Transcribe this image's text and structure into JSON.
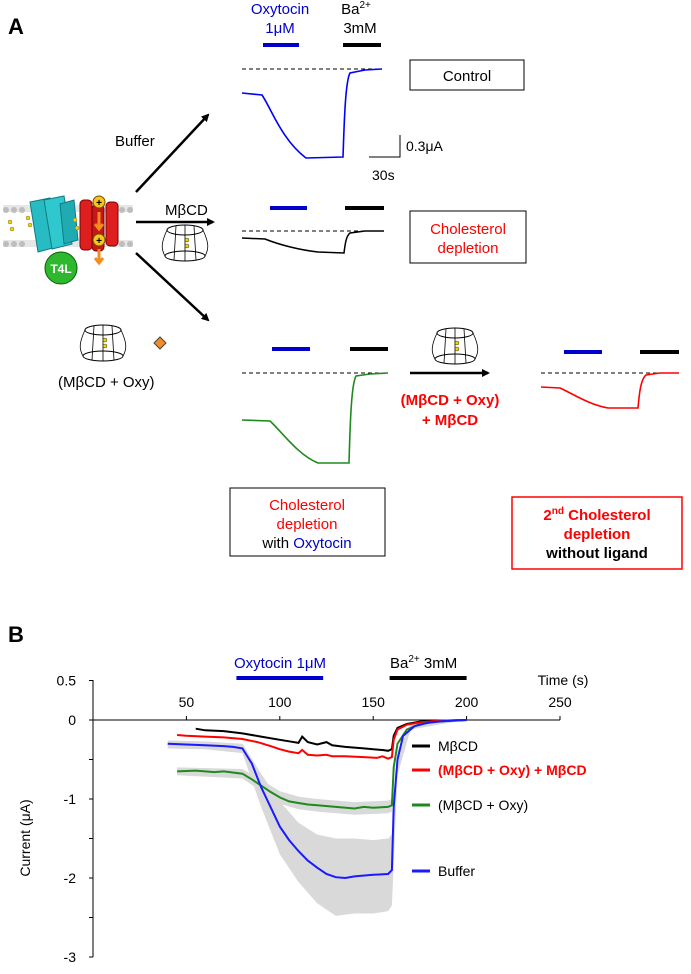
{
  "panel_a": {
    "label": "A",
    "markers": {
      "oxytocin_line1": "Oxytocin",
      "oxytocin_line2": "1μM",
      "ba_line1": "Ba",
      "ba_sup": "2+",
      "ba_line2": "3mM"
    },
    "arrows": {
      "buffer": "Buffer",
      "mbcd": "MβCD",
      "mbcd_oxy": "(MβCD + Oxy)",
      "second_line1": "(MβCD + Oxy)",
      "second_line2": "+ MβCD"
    },
    "protein_label": "T4L",
    "scale_bar": {
      "current": "0.3μA",
      "time": "30s"
    },
    "boxes": {
      "control": "Control",
      "chol_line1": "Cholesterol",
      "chol_line2": "depletion",
      "chol_oxy_line1": "Cholesterol",
      "chol_oxy_line2": "depletion",
      "chol_oxy_line3a": "with ",
      "chol_oxy_line3b": "Oxytocin",
      "second_prefix": "2",
      "second_sup": "nd",
      "second_line1": " Cholesterol",
      "second_line2": "depletion",
      "second_line3": "without ligand"
    },
    "colors": {
      "blue": "#0000cc",
      "red": "#ff0000",
      "green": "#1e8a1e",
      "black": "#000000"
    }
  },
  "chart_data": {
    "type": "line",
    "panel_label": "B",
    "title": "",
    "xlabel": "Time (s)",
    "ylabel": "Current (μA)",
    "xlim": [
      0,
      250
    ],
    "ylim": [
      -3,
      0.5
    ],
    "xticks": [
      "50",
      "100",
      "150",
      "200",
      "250"
    ],
    "yticks": [
      "0.5",
      "0",
      "-0.5",
      "-1",
      "-1.5",
      "-2",
      "-2.5",
      "-3"
    ],
    "oxytocin_label": "Oxytocin 1μM",
    "oxytocin_interval": [
      80,
      120
    ],
    "ba_label": "Ba",
    "ba_sup": "2+",
    "ba_suffix": " 3mM",
    "ba_interval": [
      162,
      200
    ],
    "series": [
      {
        "name": "MβCD",
        "color": "#000000",
        "bold": false,
        "points": [
          [
            55,
            -0.11
          ],
          [
            60,
            -0.13
          ],
          [
            70,
            -0.14
          ],
          [
            80,
            -0.17
          ],
          [
            90,
            -0.21
          ],
          [
            100,
            -0.25
          ],
          [
            105,
            -0.27
          ],
          [
            110,
            -0.29
          ],
          [
            112,
            -0.21
          ],
          [
            115,
            -0.28
          ],
          [
            120,
            -0.31
          ],
          [
            125,
            -0.28
          ],
          [
            128,
            -0.32
          ],
          [
            135,
            -0.34
          ],
          [
            145,
            -0.36
          ],
          [
            150,
            -0.37
          ],
          [
            155,
            -0.38
          ],
          [
            158,
            -0.39
          ],
          [
            160,
            -0.37
          ],
          [
            161,
            -0.2
          ],
          [
            163,
            -0.1
          ],
          [
            168,
            -0.05
          ],
          [
            175,
            -0.02
          ],
          [
            185,
            -0.01
          ],
          [
            200,
            0
          ]
        ]
      },
      {
        "name": "(MβCD + Oxy) + MβCD",
        "color": "#ff0000",
        "bold": true,
        "points": [
          [
            45,
            -0.19
          ],
          [
            50,
            -0.2
          ],
          [
            60,
            -0.21
          ],
          [
            70,
            -0.22
          ],
          [
            80,
            -0.24
          ],
          [
            88,
            -0.28
          ],
          [
            95,
            -0.33
          ],
          [
            100,
            -0.37
          ],
          [
            105,
            -0.4
          ],
          [
            110,
            -0.42
          ],
          [
            112,
            -0.38
          ],
          [
            115,
            -0.44
          ],
          [
            120,
            -0.45
          ],
          [
            125,
            -0.44
          ],
          [
            128,
            -0.46
          ],
          [
            135,
            -0.46
          ],
          [
            145,
            -0.47
          ],
          [
            152,
            -0.48
          ],
          [
            155,
            -0.46
          ],
          [
            158,
            -0.49
          ],
          [
            160,
            -0.47
          ],
          [
            161,
            -0.25
          ],
          [
            163,
            -0.12
          ],
          [
            168,
            -0.06
          ],
          [
            175,
            -0.03
          ],
          [
            185,
            -0.01
          ],
          [
            200,
            0
          ]
        ]
      },
      {
        "name": "(MβCD + Oxy)",
        "color": "#1e8a1e",
        "bold": false,
        "points": [
          [
            45,
            -0.65
          ],
          [
            55,
            -0.64
          ],
          [
            65,
            -0.66
          ],
          [
            70,
            -0.65
          ],
          [
            80,
            -0.68
          ],
          [
            85,
            -0.75
          ],
          [
            90,
            -0.83
          ],
          [
            95,
            -0.91
          ],
          [
            100,
            -0.98
          ],
          [
            105,
            -1.03
          ],
          [
            110,
            -1.05
          ],
          [
            115,
            -1.07
          ],
          [
            120,
            -1.08
          ],
          [
            130,
            -1.1
          ],
          [
            140,
            -1.12
          ],
          [
            145,
            -1.1
          ],
          [
            150,
            -1.11
          ],
          [
            158,
            -1.1
          ],
          [
            160,
            -1.08
          ],
          [
            161,
            -0.6
          ],
          [
            163,
            -0.3
          ],
          [
            168,
            -0.12
          ],
          [
            175,
            -0.05
          ],
          [
            185,
            -0.02
          ],
          [
            200,
            0
          ]
        ]
      },
      {
        "name": "Buffer",
        "color": "#1a1aff",
        "bold": false,
        "points": [
          [
            40,
            -0.3
          ],
          [
            50,
            -0.31
          ],
          [
            60,
            -0.32
          ],
          [
            70,
            -0.33
          ],
          [
            75,
            -0.34
          ],
          [
            80,
            -0.36
          ],
          [
            85,
            -0.55
          ],
          [
            90,
            -0.85
          ],
          [
            95,
            -1.1
          ],
          [
            100,
            -1.35
          ],
          [
            105,
            -1.52
          ],
          [
            110,
            -1.66
          ],
          [
            115,
            -1.78
          ],
          [
            120,
            -1.87
          ],
          [
            125,
            -1.95
          ],
          [
            130,
            -1.99
          ],
          [
            135,
            -2.0
          ],
          [
            140,
            -1.98
          ],
          [
            150,
            -1.96
          ],
          [
            158,
            -1.95
          ],
          [
            160,
            -1.9
          ],
          [
            161,
            -1.1
          ],
          [
            163,
            -0.5
          ],
          [
            166,
            -0.2
          ],
          [
            172,
            -0.08
          ],
          [
            180,
            -0.03
          ],
          [
            190,
            -0.01
          ],
          [
            200,
            0
          ]
        ]
      }
    ],
    "error_band": {
      "color": "#d9d9d9",
      "upper": [
        [
          40,
          -0.26
        ],
        [
          60,
          -0.27
        ],
        [
          80,
          -0.3
        ],
        [
          90,
          -0.68
        ],
        [
          100,
          -1.03
        ],
        [
          110,
          -1.3
        ],
        [
          120,
          -1.45
        ],
        [
          130,
          -1.5
        ],
        [
          140,
          -1.5
        ],
        [
          150,
          -1.52
        ],
        [
          158,
          -1.5
        ],
        [
          160,
          -1.45
        ],
        [
          163,
          -0.4
        ],
        [
          170,
          -0.06
        ],
        [
          200,
          0
        ]
      ],
      "lower": [
        [
          40,
          -0.36
        ],
        [
          60,
          -0.37
        ],
        [
          80,
          -0.42
        ],
        [
          90,
          -1.1
        ],
        [
          100,
          -1.7
        ],
        [
          110,
          -2.05
        ],
        [
          120,
          -2.32
        ],
        [
          130,
          -2.48
        ],
        [
          140,
          -2.45
        ],
        [
          150,
          -2.45
        ],
        [
          158,
          -2.42
        ],
        [
          160,
          -2.35
        ],
        [
          163,
          -0.7
        ],
        [
          170,
          -0.12
        ],
        [
          200,
          0
        ]
      ]
    },
    "green_band": {
      "color": "#d9d9d9",
      "upper": [
        [
          45,
          -0.6
        ],
        [
          80,
          -0.62
        ],
        [
          90,
          -0.76
        ],
        [
          100,
          -0.9
        ],
        [
          110,
          -0.97
        ],
        [
          120,
          -1.0
        ],
        [
          140,
          -1.04
        ],
        [
          158,
          -1.02
        ],
        [
          160,
          -1.0
        ]
      ],
      "lower": [
        [
          45,
          -0.7
        ],
        [
          80,
          -0.74
        ],
        [
          90,
          -0.9
        ],
        [
          100,
          -1.06
        ],
        [
          110,
          -1.13
        ],
        [
          120,
          -1.16
        ],
        [
          140,
          -1.2
        ],
        [
          158,
          -1.18
        ],
        [
          160,
          -1.16
        ]
      ]
    }
  }
}
